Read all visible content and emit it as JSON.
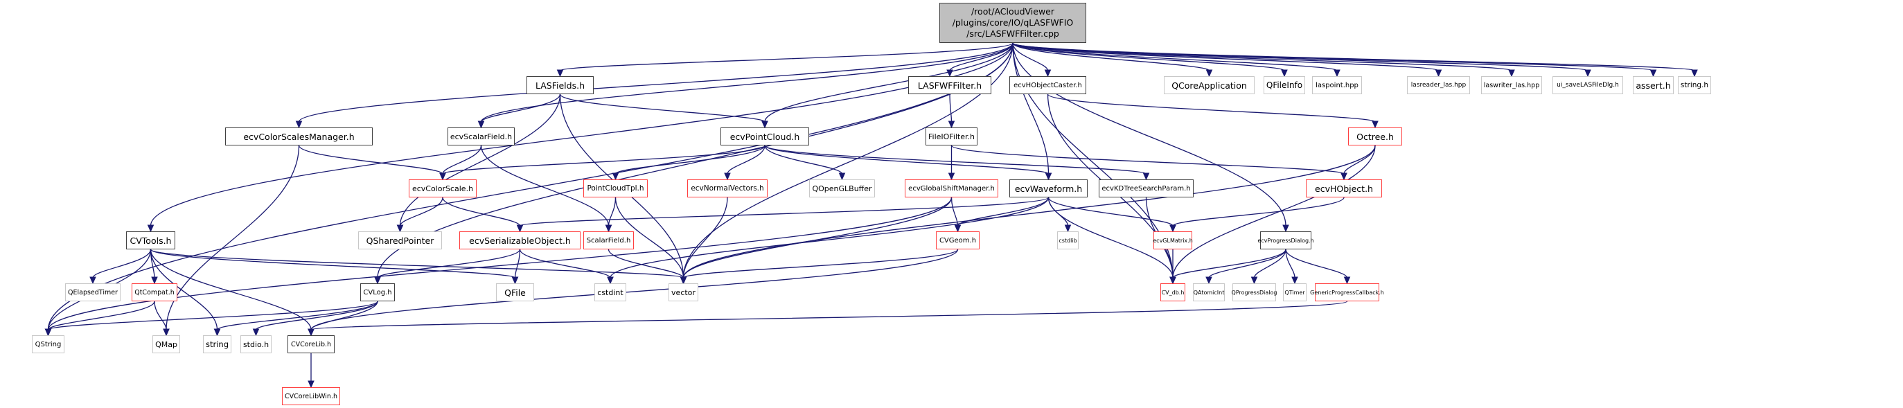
{
  "diagram": {
    "type": "include-dependency-graph",
    "colors": {
      "edge": "#191970",
      "documented_border": "#404040",
      "truncated_border": "#ff4040",
      "external_border": "#c8c8c8",
      "root_fill": "#bfbfbf"
    },
    "root": {
      "id": "root",
      "lines": [
        "/root/ACloudViewer",
        "/plugins/core/IO/qLASFWFIO",
        "/src/LASFWFFilter.cpp"
      ]
    },
    "nodes": [
      {
        "id": "LASFields",
        "label": "LASFields.h",
        "kind": "doc"
      },
      {
        "id": "LASFWFFilter",
        "label": "LASFWFFilter.h",
        "kind": "doc"
      },
      {
        "id": "ecvHObjectCaster",
        "label": "ecvHObjectCaster.h",
        "kind": "doc"
      },
      {
        "id": "QCoreApplication",
        "label": "QCoreApplication",
        "kind": "ext"
      },
      {
        "id": "QFileInfo",
        "label": "QFileInfo",
        "kind": "ext"
      },
      {
        "id": "laspoint",
        "label": "laspoint.hpp",
        "kind": "ext"
      },
      {
        "id": "lasreader_las",
        "label": "lasreader_las.hpp",
        "kind": "ext"
      },
      {
        "id": "laswriter_las",
        "label": "laswriter_las.hpp",
        "kind": "ext"
      },
      {
        "id": "ui_saveLASFileDlg",
        "label": "ui_saveLASFileDlg.h",
        "kind": "ext"
      },
      {
        "id": "assert",
        "label": "assert.h",
        "kind": "ext"
      },
      {
        "id": "string_h",
        "label": "string.h",
        "kind": "ext"
      },
      {
        "id": "ecvColorScalesManager",
        "label": "ecvColorScalesManager.h",
        "kind": "doc"
      },
      {
        "id": "ecvScalarField",
        "label": "ecvScalarField.h",
        "kind": "doc"
      },
      {
        "id": "ecvPointCloud",
        "label": "ecvPointCloud.h",
        "kind": "doc"
      },
      {
        "id": "FileIOFilter",
        "label": "FileIOFilter.h",
        "kind": "doc"
      },
      {
        "id": "Octree",
        "label": "Octree.h",
        "kind": "trunc"
      },
      {
        "id": "ecvColorScale",
        "label": "ecvColorScale.h",
        "kind": "trunc"
      },
      {
        "id": "PointCloudTpl",
        "label": "PointCloudTpl.h",
        "kind": "trunc"
      },
      {
        "id": "ecvNormalVectors",
        "label": "ecvNormalVectors.h",
        "kind": "trunc"
      },
      {
        "id": "QOpenGLBuffer",
        "label": "QOpenGLBuffer",
        "kind": "ext"
      },
      {
        "id": "ecvGlobalShiftManager",
        "label": "ecvGlobalShiftManager.h",
        "kind": "trunc"
      },
      {
        "id": "ecvWaveform",
        "label": "ecvWaveform.h",
        "kind": "doc"
      },
      {
        "id": "ecvKDTreeSearchParam",
        "label": "ecvKDTreeSearchParam.h",
        "kind": "doc"
      },
      {
        "id": "ecvHObject",
        "label": "ecvHObject.h",
        "kind": "trunc"
      },
      {
        "id": "CVTools",
        "label": "CVTools.h",
        "kind": "doc"
      },
      {
        "id": "QSharedPointer",
        "label": "QSharedPointer",
        "kind": "ext"
      },
      {
        "id": "ecvSerializableObject",
        "label": "ecvSerializableObject.h",
        "kind": "trunc"
      },
      {
        "id": "ScalarField",
        "label": "ScalarField.h",
        "kind": "trunc"
      },
      {
        "id": "CVGeom",
        "label": "CVGeom.h",
        "kind": "trunc"
      },
      {
        "id": "cstdlib",
        "label": "cstdlib",
        "kind": "ext"
      },
      {
        "id": "ecvGLMatrix",
        "label": "ecvGLMatrix.h",
        "kind": "trunc"
      },
      {
        "id": "ecvProgressDialog",
        "label": "ecvProgressDialog.h",
        "kind": "doc"
      },
      {
        "id": "QElapsedTimer",
        "label": "QElapsedTimer",
        "kind": "ext"
      },
      {
        "id": "QtCompat",
        "label": "QtCompat.h",
        "kind": "trunc"
      },
      {
        "id": "CVLog",
        "label": "CVLog.h",
        "kind": "doc"
      },
      {
        "id": "QFile",
        "label": "QFile",
        "kind": "ext"
      },
      {
        "id": "cstdint",
        "label": "cstdint",
        "kind": "ext"
      },
      {
        "id": "vector",
        "label": "vector",
        "kind": "ext"
      },
      {
        "id": "CV_db",
        "label": "CV_db.h",
        "kind": "trunc"
      },
      {
        "id": "QAtomicInt",
        "label": "QAtomicInt",
        "kind": "ext"
      },
      {
        "id": "QProgressDialog",
        "label": "QProgressDialog",
        "kind": "ext"
      },
      {
        "id": "QTimer",
        "label": "QTimer",
        "kind": "ext"
      },
      {
        "id": "GenericProgressCallback",
        "label": "GenericProgressCallback.h",
        "kind": "trunc"
      },
      {
        "id": "QString",
        "label": "QString",
        "kind": "ext"
      },
      {
        "id": "QMap",
        "label": "QMap",
        "kind": "ext"
      },
      {
        "id": "string",
        "label": "string",
        "kind": "ext"
      },
      {
        "id": "stdio",
        "label": "stdio.h",
        "kind": "ext"
      },
      {
        "id": "CVCoreLib",
        "label": "CVCoreLib.h",
        "kind": "doc"
      },
      {
        "id": "CVCoreLibWin",
        "label": "CVCoreLibWin.h",
        "kind": "trunc"
      }
    ],
    "edges": [
      [
        "root",
        "LASFields"
      ],
      [
        "root",
        "LASFWFFilter"
      ],
      [
        "root",
        "ecvHObjectCaster"
      ],
      [
        "root",
        "QCoreApplication"
      ],
      [
        "root",
        "QFileInfo"
      ],
      [
        "root",
        "laspoint"
      ],
      [
        "root",
        "lasreader_las"
      ],
      [
        "root",
        "laswriter_las"
      ],
      [
        "root",
        "ui_saveLASFileDlg"
      ],
      [
        "root",
        "assert"
      ],
      [
        "root",
        "string_h"
      ],
      [
        "root",
        "ecvColorScalesManager"
      ],
      [
        "root",
        "ecvScalarField"
      ],
      [
        "root",
        "ecvPointCloud"
      ],
      [
        "root",
        "ecvWaveform"
      ],
      [
        "root",
        "CVTools"
      ],
      [
        "root",
        "QString"
      ],
      [
        "root",
        "CVLog"
      ],
      [
        "root",
        "vector"
      ],
      [
        "root",
        "ecvProgressDialog"
      ],
      [
        "root",
        "CV_db"
      ],
      [
        "LASFields",
        "ecvScalarField"
      ],
      [
        "LASFields",
        "ecvPointCloud"
      ],
      [
        "LASFields",
        "QSharedPointer"
      ],
      [
        "LASFields",
        "vector"
      ],
      [
        "LASFWFFilter",
        "FileIOFilter"
      ],
      [
        "ecvHObjectCaster",
        "Octree"
      ],
      [
        "ecvHObjectCaster",
        "CV_db"
      ],
      [
        "ecvColorScalesManager",
        "ecvColorScale"
      ],
      [
        "ecvColorScalesManager",
        "QMap"
      ],
      [
        "ecvScalarField",
        "ecvColorScale"
      ],
      [
        "ecvScalarField",
        "ScalarField"
      ],
      [
        "ecvPointCloud",
        "ecvColorScale"
      ],
      [
        "ecvPointCloud",
        "PointCloudTpl"
      ],
      [
        "ecvPointCloud",
        "ecvNormalVectors"
      ],
      [
        "ecvPointCloud",
        "QOpenGLBuffer"
      ],
      [
        "ecvPointCloud",
        "ecvWaveform"
      ],
      [
        "ecvPointCloud",
        "ecvKDTreeSearchParam"
      ],
      [
        "FileIOFilter",
        "ecvGlobalShiftManager"
      ],
      [
        "FileIOFilter",
        "ecvHObject"
      ],
      [
        "Octree",
        "ecvHObject"
      ],
      [
        "Octree",
        "CV_db"
      ],
      [
        "Octree",
        "vector"
      ],
      [
        "ecvColorScale",
        "QSharedPointer"
      ],
      [
        "ecvColorScale",
        "ecvSerializableObject"
      ],
      [
        "PointCloudTpl",
        "ScalarField"
      ],
      [
        "PointCloudTpl",
        "vector"
      ],
      [
        "ecvNormalVectors",
        "vector"
      ],
      [
        "ecvGlobalShiftManager",
        "CVGeom"
      ],
      [
        "ecvGlobalShiftManager",
        "vector"
      ],
      [
        "ecvGlobalShiftManager",
        "QString"
      ],
      [
        "ecvWaveform",
        "ecvSerializableObject"
      ],
      [
        "ecvWaveform",
        "CVGeom"
      ],
      [
        "ecvWaveform",
        "cstdlib"
      ],
      [
        "ecvWaveform",
        "ecvGLMatrix"
      ],
      [
        "ecvWaveform",
        "CV_db"
      ],
      [
        "ecvWaveform",
        "cstdint"
      ],
      [
        "ecvKDTreeSearchParam",
        "CV_db"
      ],
      [
        "ecvHObject",
        "ecvGLMatrix"
      ],
      [
        "CVTools",
        "QString"
      ],
      [
        "CVTools",
        "QElapsedTimer"
      ],
      [
        "CVTools",
        "QtCompat"
      ],
      [
        "CVTools",
        "string"
      ],
      [
        "CVTools",
        "QFile"
      ],
      [
        "CVTools",
        "CVCoreLib"
      ],
      [
        "CVTools",
        "vector"
      ],
      [
        "ecvSerializableObject",
        "CVLog"
      ],
      [
        "ecvSerializableObject",
        "QFile"
      ],
      [
        "ecvSerializableObject",
        "cstdint"
      ],
      [
        "ScalarField",
        "vector"
      ],
      [
        "CVGeom",
        "vector"
      ],
      [
        "CVGeom",
        "CVCoreLib"
      ],
      [
        "ecvGLMatrix",
        "CV_db"
      ],
      [
        "ecvProgressDialog",
        "CV_db"
      ],
      [
        "ecvProgressDialog",
        "QAtomicInt"
      ],
      [
        "ecvProgressDialog",
        "QProgressDialog"
      ],
      [
        "ecvProgressDialog",
        "QTimer"
      ],
      [
        "ecvProgressDialog",
        "GenericProgressCallback"
      ],
      [
        "QtCompat",
        "QString"
      ],
      [
        "QtCompat",
        "QMap"
      ],
      [
        "CVLog",
        "QString"
      ],
      [
        "CVLog",
        "string"
      ],
      [
        "CVLog",
        "stdio"
      ],
      [
        "CVLog",
        "CVCoreLib"
      ],
      [
        "GenericProgressCallback",
        "CVCoreLib"
      ],
      [
        "CVCoreLib",
        "CVCoreLibWin"
      ]
    ]
  }
}
